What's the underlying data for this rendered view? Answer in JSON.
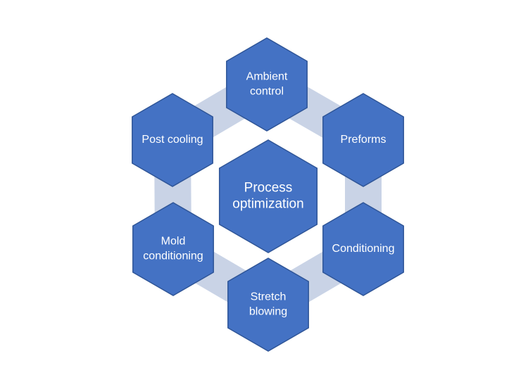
{
  "diagram": {
    "center": {
      "label_lines": [
        "Process",
        "optimization"
      ]
    },
    "nodes": [
      {
        "id": "ambient-control",
        "label_lines": [
          "Ambient",
          "control"
        ]
      },
      {
        "id": "preforms",
        "label_lines": [
          "Preforms"
        ]
      },
      {
        "id": "conditioning",
        "label_lines": [
          "Conditioning"
        ]
      },
      {
        "id": "stretch-blowing",
        "label_lines": [
          "Stretch",
          "blowing"
        ]
      },
      {
        "id": "mold-conditioning",
        "label_lines": [
          "Mold",
          "conditioning"
        ]
      },
      {
        "id": "post-cooling",
        "label_lines": [
          "Post cooling"
        ]
      }
    ],
    "colors": {
      "hex_fill": "#4472C4",
      "hex_stroke": "#2F5597",
      "connector_fill": "#C9D3E6",
      "text": "#FFFFFF"
    }
  }
}
